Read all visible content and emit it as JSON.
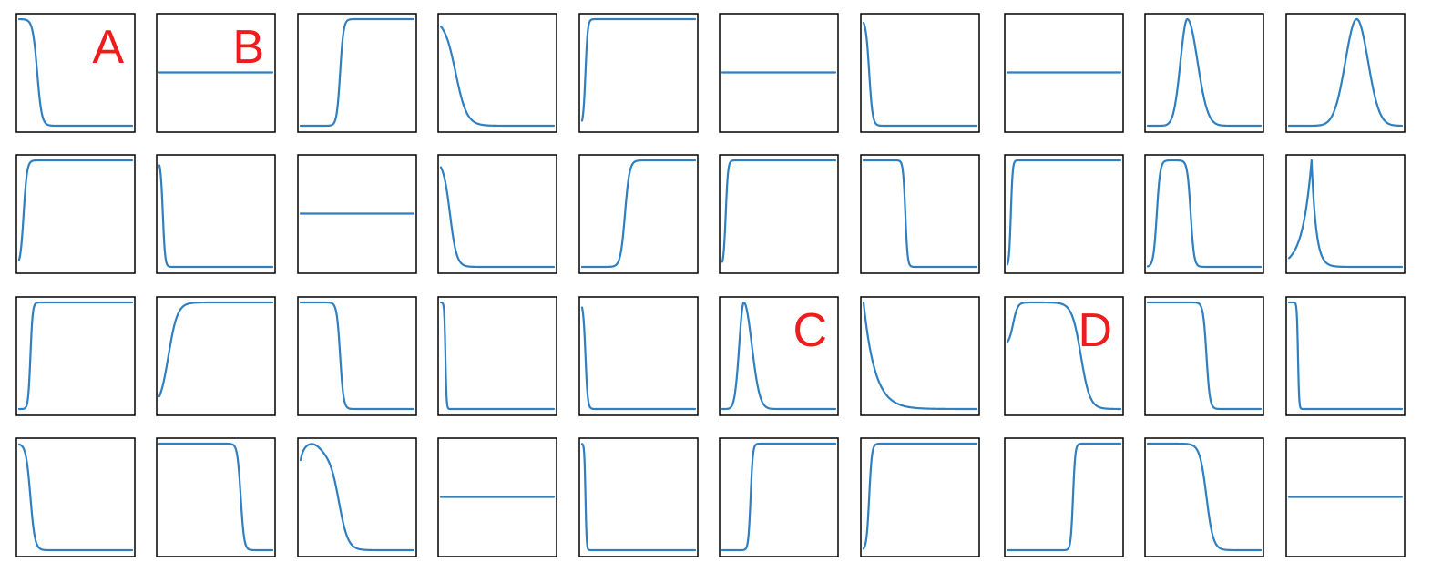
{
  "colors": {
    "curve": "#2f7fc1",
    "label": "#ee1c1c",
    "frame": "#000000"
  },
  "chart_data": {
    "type": "line",
    "rows": 4,
    "cols": 10,
    "axes": "hidden",
    "ylim": [
      0,
      1
    ],
    "panels": [
      {
        "shape": "sigmoid_down",
        "c": 0.16,
        "w": 0.02,
        "label": "A"
      },
      {
        "shape": "flat",
        "level": 0.5,
        "label": "B"
      },
      {
        "shape": "sigmoid_up",
        "c": 0.35,
        "w": 0.015
      },
      {
        "shape": "sigmoid_down",
        "c": 0.13,
        "w": 0.05
      },
      {
        "shape": "sigmoid_up",
        "c": 0.03,
        "w": 0.01
      },
      {
        "shape": "flat",
        "level": 0.5
      },
      {
        "shape": "sigmoid_down",
        "c": 0.05,
        "w": 0.015
      },
      {
        "shape": "flat",
        "level": 0.5
      },
      {
        "shape": "skew_peak",
        "c": 0.35,
        "wl": 0.06,
        "wr": 0.09
      },
      {
        "shape": "peak",
        "c": 0.6,
        "w": 0.1
      },
      {
        "shape": "sigmoid_up",
        "c": 0.04,
        "w": 0.015
      },
      {
        "shape": "sigmoid_down",
        "c": 0.03,
        "w": 0.01
      },
      {
        "shape": "flat",
        "level": 0.5
      },
      {
        "shape": "sigmoid_down",
        "c": 0.08,
        "w": 0.03
      },
      {
        "shape": "sigmoid_up",
        "c": 0.38,
        "w": 0.02
      },
      {
        "shape": "sigmoid_up",
        "c": 0.03,
        "w": 0.01
      },
      {
        "shape": "sigmoid_down",
        "c": 0.37,
        "w": 0.01
      },
      {
        "shape": "sigmoid_up",
        "c": 0.03,
        "w": 0.008
      },
      {
        "shape": "plateau",
        "c1": 0.08,
        "c2": 0.38,
        "w": 0.015
      },
      {
        "shape": "spike",
        "c": 0.2,
        "wl": 0.08,
        "wr": 0.04
      },
      {
        "shape": "sigmoid_up",
        "c": 0.1,
        "w": 0.01
      },
      {
        "shape": "sigmoid_up",
        "c": 0.08,
        "w": 0.04
      },
      {
        "shape": "sigmoid_down",
        "c": 0.35,
        "w": 0.015
      },
      {
        "shape": "sigmoid_down",
        "c": 0.04,
        "w": 0.005
      },
      {
        "shape": "sigmoid_down",
        "c": 0.03,
        "w": 0.01
      },
      {
        "shape": "skew_peak",
        "c": 0.19,
        "wl": 0.04,
        "wr": 0.07,
        "label": "C"
      },
      {
        "shape": "decay",
        "k": 0.1
      },
      {
        "shape": "plateau_rise",
        "c1": 0.05,
        "c2": 0.65,
        "w": 0.04,
        "label": "D"
      },
      {
        "shape": "sigmoid_down",
        "c": 0.52,
        "w": 0.015
      },
      {
        "shape": "sigmoid_down",
        "c": 0.08,
        "w": 0.005
      },
      {
        "shape": "sigmoid_down",
        "c": 0.1,
        "w": 0.02
      },
      {
        "shape": "sigmoid_down",
        "c": 0.72,
        "w": 0.015
      },
      {
        "shape": "hump_down",
        "c": 0.34,
        "w": 0.04
      },
      {
        "shape": "flat",
        "level": 0.5
      },
      {
        "shape": "sigmoid_down",
        "c": 0.03,
        "w": 0.005
      },
      {
        "shape": "sigmoid_up",
        "c": 0.25,
        "w": 0.01
      },
      {
        "shape": "sigmoid_up",
        "c": 0.05,
        "w": 0.012
      },
      {
        "shape": "sigmoid_up",
        "c": 0.58,
        "w": 0.01
      },
      {
        "shape": "sigmoid_down",
        "c": 0.52,
        "w": 0.03
      },
      {
        "shape": "flat",
        "level": 0.5
      }
    ]
  }
}
